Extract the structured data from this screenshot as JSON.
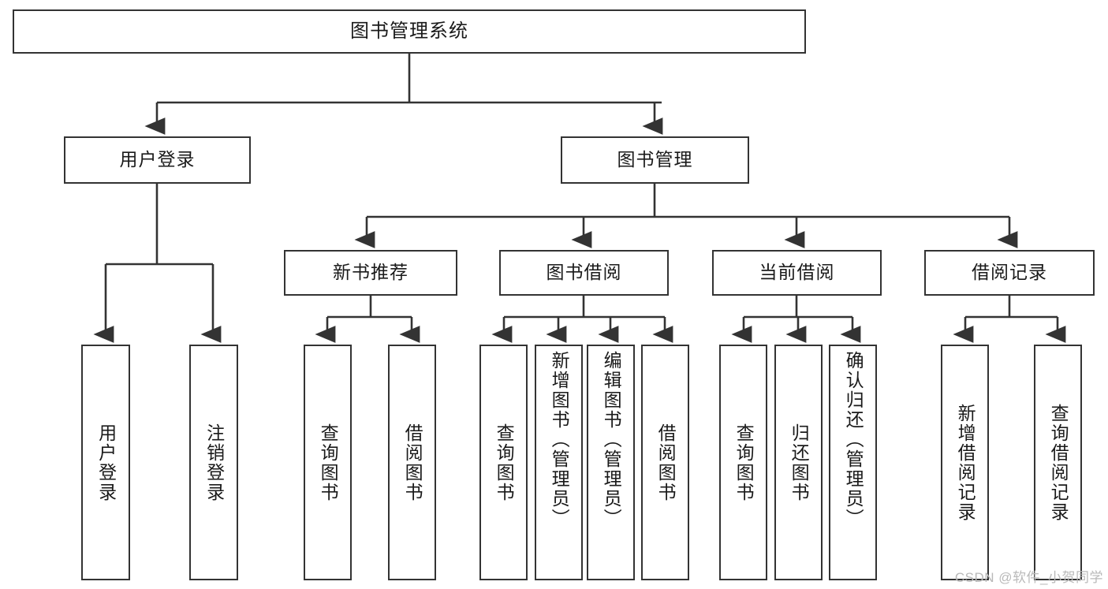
{
  "diagram": {
    "title": "图书管理系统",
    "watermark": "CSDN @软件_小贺同学",
    "line_color": "#333333",
    "box_border_color": "#333333",
    "background": "#ffffff",
    "text_color": "#1a1a1a"
  },
  "levels": {
    "root": {
      "label": "图书管理系统"
    },
    "level2": [
      {
        "label": "用户登录"
      },
      {
        "label": "图书管理"
      }
    ],
    "level3": [
      {
        "label": "新书推荐"
      },
      {
        "label": "图书借阅"
      },
      {
        "label": "当前借阅"
      },
      {
        "label": "借阅记录"
      }
    ],
    "leaves": {
      "user_login": [
        {
          "label": "用户登录"
        },
        {
          "label": "注销登录"
        }
      ],
      "new_book_recommend": [
        {
          "label": "查询图书"
        },
        {
          "label": "借阅图书"
        }
      ],
      "book_borrow": [
        {
          "label": "查询图书"
        },
        {
          "label": "新增图书（管理员）"
        },
        {
          "label": "编辑图书（管理员）"
        },
        {
          "label": "借阅图书"
        }
      ],
      "current_borrow": [
        {
          "label": "查询图书"
        },
        {
          "label": "归还图书"
        },
        {
          "label": "确认归还（管理员）"
        }
      ],
      "borrow_record": [
        {
          "label": "新增借阅记录"
        },
        {
          "label": "查询借阅记录"
        }
      ]
    }
  }
}
